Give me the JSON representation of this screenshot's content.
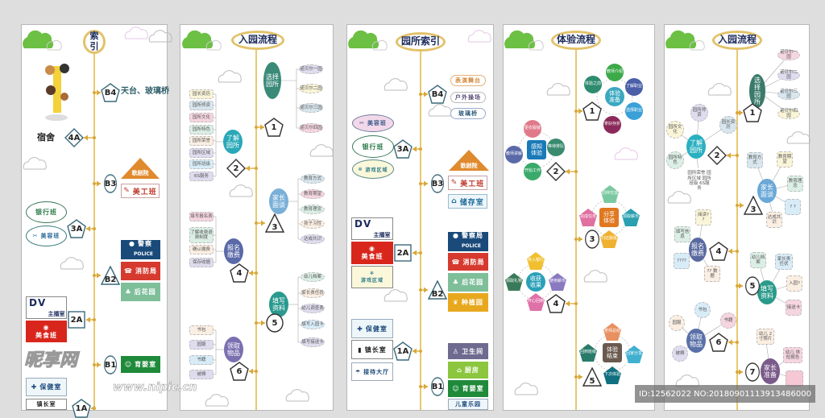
{
  "colors": {
    "spine": "#e8c872",
    "title_border": "#e2c26a",
    "title_text": "#1c2b5c",
    "background": "#dedede"
  },
  "p1": {
    "title": "索引",
    "markers": [
      "B4",
      "4A",
      "B3",
      "3A",
      "B2",
      "2A",
      "B1",
      "1A"
    ],
    "rooftop": "天台、玻璃桥",
    "dorm": "宿舍",
    "opera": "歌剧院",
    "art": "美工班",
    "bank": "银行班",
    "beauty": "美容班",
    "police": "警察",
    "police_en": "POLICE",
    "fire": "消防局",
    "garden": "后花园",
    "dv": "DV",
    "anchor": "主播室",
    "food": "美食班",
    "nursery": "育婴室",
    "health": "保健室",
    "mayor": "镇长室"
  },
  "p2": {
    "title": "入园流程",
    "steps": [
      {
        "num": "1",
        "label": "选择园所",
        "items": [
          "诺贝尔一园",
          "诺贝尔二园",
          "诺贝尔三园",
          "诺贝尔四园"
        ]
      },
      {
        "num": "2",
        "label": "了解园所",
        "items": [
          "园长资历",
          "园所师资",
          "园所文化",
          "园所特色",
          "园所荣誉",
          "园所区域",
          "园所班级",
          "6S服务"
        ]
      },
      {
        "num": "3",
        "label": "家长面谈",
        "items": [
          "教育方式",
          "教育期望",
          "教育理念",
          "孩子习性",
          "达成共识"
        ]
      },
      {
        "num": "4",
        "label": "报名缴费",
        "items": [
          "填写报名表",
          "了解收费退费制度",
          "确认缴费",
          "保存收据"
        ]
      },
      {
        "num": "5",
        "label": "填写资料",
        "items": [
          "幼儿档案",
          "家长责任状",
          "幼儿调查表",
          "填写入园卡",
          "填写接送卡"
        ]
      },
      {
        "num": "6",
        "label": "领取物品",
        "items": [
          "书包",
          "园服",
          "书籍",
          "被褥"
        ]
      }
    ]
  },
  "p3": {
    "title": "园所索引",
    "markers": [
      "B4",
      "3A",
      "B3",
      "2A",
      "B2",
      "1A",
      "B1"
    ],
    "stage": "表演舞台",
    "playground": "户外操场",
    "glass": "玻璃桥",
    "beauty": "美容班",
    "bank": "银行班",
    "game": "游戏区域",
    "opera": "歌剧院",
    "art": "美工班",
    "storage": "储存室",
    "dv": "DV",
    "anchor": "主播室",
    "food": "美食班",
    "game2": "游戏区域",
    "police": "警察局",
    "police_en": "POLICE",
    "fire": "消防局",
    "garden": "后花园",
    "plant": "种植园",
    "health": "保健室",
    "mayor": "镇长室",
    "reception": "接待大厅",
    "toilet": "卫生间",
    "kitchen": "厨房",
    "nursery": "育婴室",
    "park": "儿童乐园"
  },
  "p4": {
    "title": "体验流程",
    "steps": [
      {
        "num": "1",
        "label": "体验准备",
        "items": [
          "体验之前",
          "教师介绍",
          "了解职业",
          "选择职业",
          "拿好存折"
        ]
      },
      {
        "num": "2",
        "label": "感知体验",
        "items": [
          "更衣服装",
          "等待排队",
          "教师讲解",
          "开始工作"
        ]
      },
      {
        "num": "3",
        "label": "分享体验",
        "items": [
          "同伴交流",
          "领取薪币",
          "归还服装",
          "完成任务"
        ]
      },
      {
        "num": "4",
        "label": "收获收果",
        "items": [
          "存入银行",
          "使用薪币",
          "领取礼物",
          "开心回到"
        ]
      },
      {
        "num": "5",
        "label": "体验结束",
        "items": [
          "老师总结",
          "回家分享",
          "下次体验",
          "回到班级"
        ]
      }
    ]
  },
  "p5": {
    "title": "入园流程",
    "steps": [
      {
        "num": "1",
        "label": "选择园所",
        "items": [
          "诺贝尔一园",
          "诺贝尔二园",
          "诺贝尔三园",
          "诺贝尔四园"
        ]
      },
      {
        "num": "2",
        "label": "了解园所",
        "items": [
          "园所师资",
          "园长资历",
          "园所文化",
          "园所特色",
          "园所荣誉 园所区域 园所班级 6S服务"
        ]
      },
      {
        "num": "3",
        "label": "家长面谈",
        "items": [
          "教育方式",
          "教育期望",
          "教育理念",
          "? ?",
          "达成共识"
        ]
      },
      {
        "num": "4",
        "label": "报名缴费",
        "items": [
          "阅读? ?",
          "填写信息",
          "????",
          "?? 数据"
        ]
      },
      {
        "num": "5",
        "label": "填写资料",
        "items": [
          "幼儿档案",
          "家长责任状",
          "入园?",
          "接送卡"
        ]
      },
      {
        "num": "6",
        "label": "领取物品",
        "items": [
          "书包",
          "园服",
          "书籍",
          "被褥"
        ]
      },
      {
        "num": "7",
        "label": "家长准备",
        "items": [
          "幼儿 2寸照片",
          "幼儿 体检报告"
        ]
      }
    ]
  },
  "watermark": {
    "site": "昵享网",
    "url": "www.nipic.cn",
    "id": "ID:12562022 NO:20180901113913486000"
  }
}
